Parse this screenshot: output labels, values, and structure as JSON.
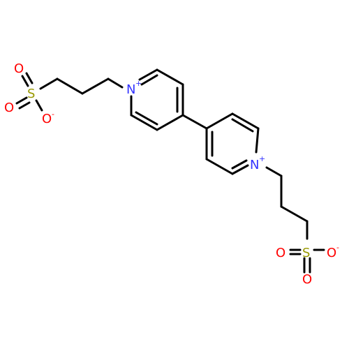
{
  "colors": {
    "background": "#ffffff",
    "bond": "#000000",
    "nitrogen": "#3333ff",
    "oxygen": "#ff0000",
    "sulfur": "#999900"
  },
  "atoms": {
    "n1": {
      "symbol": "N",
      "charge": "+"
    },
    "n2": {
      "symbol": "N",
      "charge": "+"
    },
    "s1": {
      "symbol": "S"
    },
    "s2": {
      "symbol": "S"
    },
    "o1a": {
      "symbol": "O"
    },
    "o1b": {
      "symbol": "O"
    },
    "o1c": {
      "symbol": "O",
      "charge": "-"
    },
    "o2a": {
      "symbol": "O"
    },
    "o2b": {
      "symbol": "O"
    },
    "o2c": {
      "symbol": "O",
      "charge": "-"
    }
  }
}
